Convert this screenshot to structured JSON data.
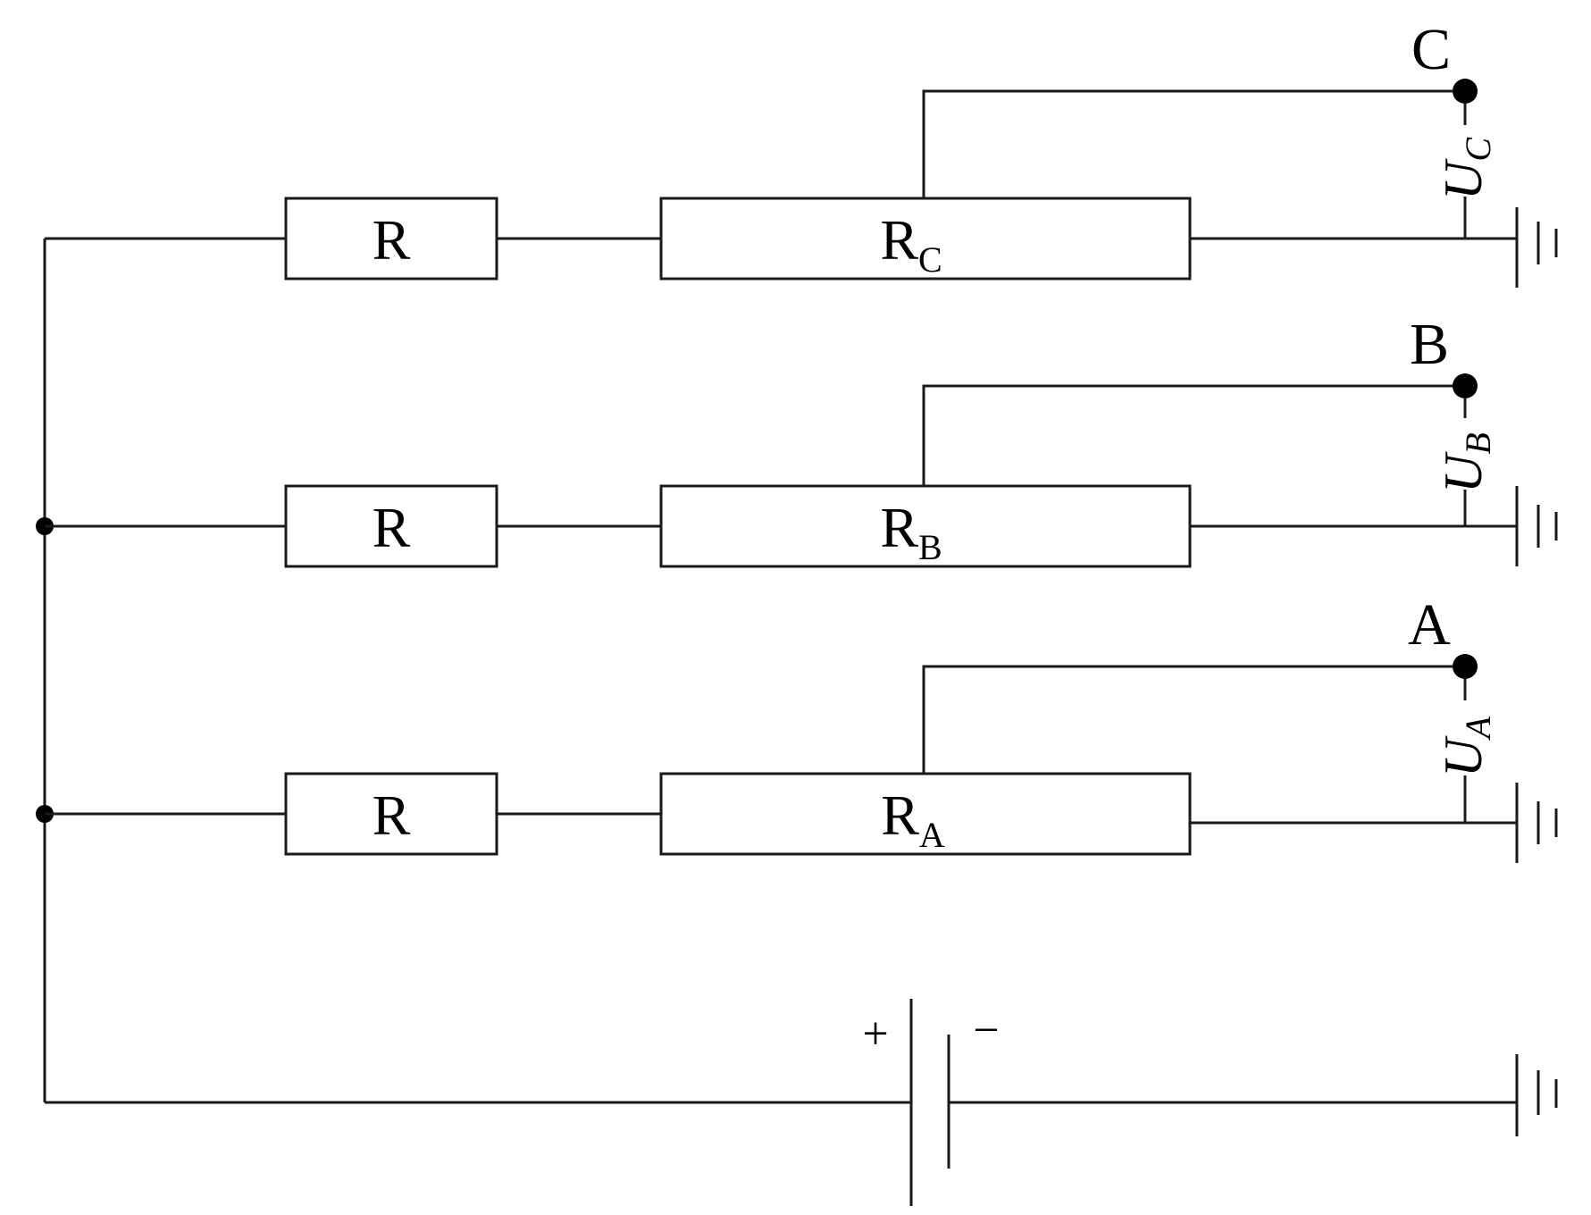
{
  "diagram": {
    "series_resistor_label": "R",
    "sensor_resistors": {
      "c": {
        "main": "R",
        "sub": "C"
      },
      "b": {
        "main": "R",
        "sub": "B"
      },
      "a": {
        "main": "R",
        "sub": "A"
      }
    },
    "nodes": {
      "c": "C",
      "b": "B",
      "a": "A"
    },
    "voltages": {
      "c": {
        "main": "U",
        "sub": "C"
      },
      "b": {
        "main": "U",
        "sub": "B"
      },
      "a": {
        "main": "U",
        "sub": "A"
      }
    },
    "battery": {
      "plus": "+",
      "minus": "−"
    },
    "colors": {
      "line": "#1a1a1a",
      "background": "#ffffff"
    }
  }
}
